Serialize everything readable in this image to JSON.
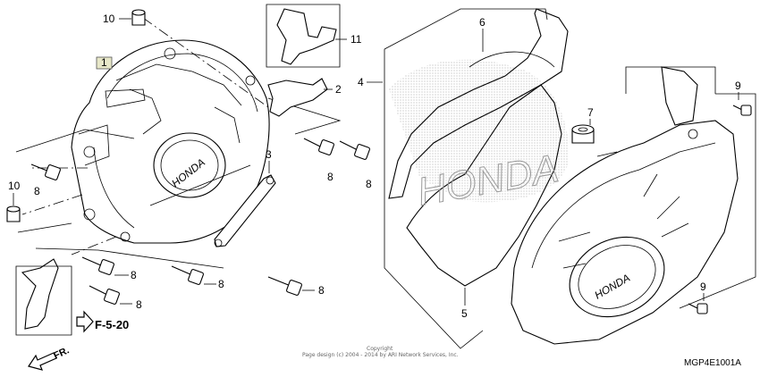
{
  "diagram": {
    "callouts": {
      "c1": "1",
      "c2": "2",
      "c3": "3",
      "c4": "4",
      "c5": "5",
      "c6": "6",
      "c7": "7",
      "c8a": "8",
      "c8b": "8",
      "c8c": "8",
      "c8d": "8",
      "c8e": "8",
      "c8f": "8",
      "c8g": "8",
      "c9a": "9",
      "c9b": "9",
      "c10a": "10",
      "c10b": "10",
      "c11": "11"
    },
    "reference": "F-5-20",
    "front_marker": "FR.",
    "cover_logo": "HONDA",
    "copyright_line1": "Copyright",
    "copyright_line2": "Page design (c) 2004 - 2014 by ARI Network Services, Inc.",
    "diagram_code": "MGP4E1001A"
  }
}
